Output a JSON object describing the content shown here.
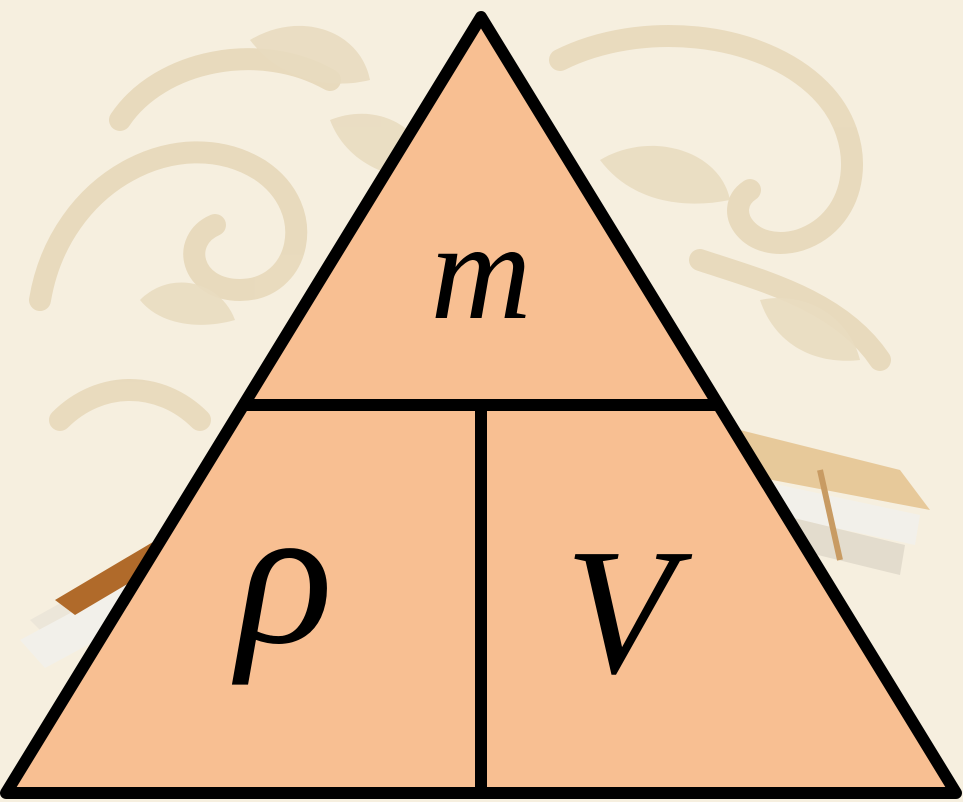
{
  "diagram": {
    "labels": {
      "top": "m",
      "bottom_left": "ρ",
      "bottom_right": "V"
    }
  },
  "colors": {
    "background": "#f6efdf",
    "ornament": "#e9dcc0",
    "ornament_dark": "#ddccaa",
    "triangle_fill": "#f8bf92",
    "outline": "#000000",
    "book_cover": "#e7c99a",
    "book_pages": "#f2f0ea",
    "book_band": "#b06a2a"
  }
}
